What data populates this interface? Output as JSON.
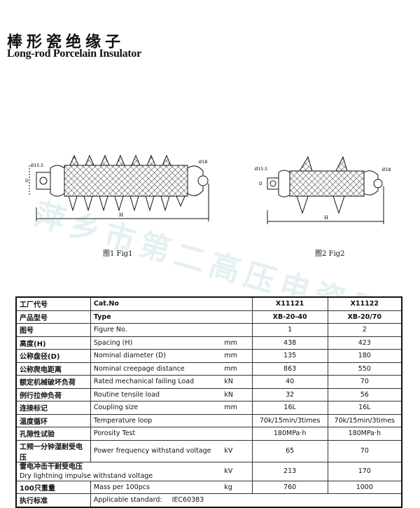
{
  "title": {
    "cn": "棒形瓷绝缘子",
    "en": "Long-rod Porcelain Insulator"
  },
  "figures": {
    "fig1": {
      "caption": "图1  Fig1",
      "dims": {
        "left_diameter": "Ø15.5",
        "right_diameter": "Ø18",
        "length": "H",
        "d": "D"
      }
    },
    "fig2": {
      "caption": "图2  Fig2",
      "dims": {
        "left_diameter": "Ø15.5",
        "right_diameter": "Ø18",
        "length": "H",
        "d": "D"
      }
    }
  },
  "watermark": "萍乡市第二高压电瓷厂",
  "table": {
    "header": [
      {
        "cn": "工厂代号",
        "en": "Cat.No",
        "unit": "",
        "v1": "X11121",
        "v2": "X11122"
      },
      {
        "cn": "产品型号",
        "en": "Type",
        "unit": "",
        "v1": "XB-20-40",
        "v2": "XB-20/70"
      }
    ],
    "rows": [
      {
        "cn": "图号",
        "en": "Figure No.",
        "unit": "",
        "v1": "1",
        "v2": "2"
      },
      {
        "cn": "高度(H)",
        "en": "Spacing (H)",
        "unit": "mm",
        "v1": "438",
        "v2": "423"
      },
      {
        "cn": "公称盘径(D)",
        "en": "Nominal diameter (D)",
        "unit": "mm",
        "v1": "135",
        "v2": "180"
      },
      {
        "cn": "公称爬电距离",
        "en": "Nominal creepage distance",
        "unit": "mm",
        "v1": "863",
        "v2": "550"
      },
      {
        "cn": "额定机械破坏负荷",
        "en": "Rated mechanical failing Load",
        "unit": "kN",
        "v1": "40",
        "v2": "70"
      },
      {
        "cn": "例行拉伸负荷",
        "en": "Routine tensile load",
        "unit": "kN",
        "v1": "32",
        "v2": "56"
      },
      {
        "cn": "连接标记",
        "en": "Coupling size",
        "unit": "mm",
        "v1": "16L",
        "v2": "16L"
      },
      {
        "cn": "温度循环",
        "en": "Temperature loop",
        "unit": "",
        "v1": "70k/15min/3times",
        "v2": "70k/15min/3times"
      },
      {
        "cn": "孔隙性试验",
        "en": "Porosity Test",
        "unit": "",
        "v1": "180MPa·h",
        "v2": "180MPa·h"
      },
      {
        "cn": "工频一分钟湿耐受电压",
        "en": "Power frequency withstand voltage",
        "unit": "kV",
        "v1": "65",
        "v2": "70"
      }
    ],
    "lightning": {
      "cn": "雷电冲击干耐受电压",
      "en": "Dry lightning impulse withstand voltage",
      "unit": "kV",
      "v1": "213",
      "v2": "170"
    },
    "mass": {
      "cn": "100只重量",
      "en": "Mass per 100pcs",
      "unit": "kg",
      "v1": "760",
      "v2": "1000"
    },
    "standard": {
      "cn": "执行标准",
      "label": "Applicable standard:",
      "value": "IEC60383"
    }
  }
}
